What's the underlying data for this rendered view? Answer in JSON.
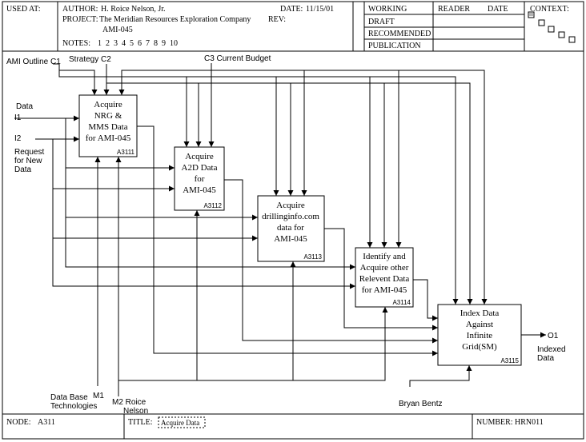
{
  "header": {
    "used_at_label": "USED AT:",
    "author_label": "AUTHOR:",
    "author": "H. Roice Nelson, Jr.",
    "date_label": "DATE:",
    "date": "11/15/01",
    "project_label": "PROJECT:",
    "project": "The Meridian Resources Exploration Company",
    "rev_label": "REV:",
    "project_line2": "AMI-045",
    "notes_label": "NOTES:",
    "notes_numbers": "1  2  3  4  5  6  7  8  9  10",
    "status": [
      "WORKING",
      "DRAFT",
      "RECOMMENDED",
      "PUBLICATION"
    ],
    "reader_label": "READER",
    "reader_date_label": "DATE",
    "context_label": "CONTEXT:"
  },
  "footer": {
    "node_label": "NODE:",
    "node": "A311",
    "title_label": "TITLE:",
    "title": "Acquire Data",
    "number_label": "NUMBER:",
    "number": "HRN011"
  },
  "boxes": [
    {
      "id": "A3111",
      "lines": [
        "Acquire",
        "NRG &",
        "MMS Data",
        "for AMI-045"
      ]
    },
    {
      "id": "A3112",
      "lines": [
        "Acquire",
        "A2D Data",
        "for",
        "AMI-045"
      ]
    },
    {
      "id": "A3113",
      "lines": [
        "Acquire",
        "drillinginfo.com",
        "data for",
        "AMI-045"
      ]
    },
    {
      "id": "A3114",
      "lines": [
        "Identify and",
        "Acquire other",
        "Relevent Data",
        "for AMI-045"
      ]
    },
    {
      "id": "A3115",
      "lines": [
        "Index Data",
        "Against",
        "Infinite",
        "Grid(SM)"
      ]
    }
  ],
  "labels": {
    "c1": "AMI Outline  C1",
    "c2": "Strategy  C2",
    "c3": "C3  Current Budget",
    "i1_a": "Data",
    "i1_b": "I1",
    "i2": "I2",
    "i2_desc": [
      "Request",
      "for New",
      "Data"
    ],
    "m1_code": "M1",
    "m1_desc": [
      "Data Base",
      "Technologies"
    ],
    "m2": [
      "M2 Roice",
      "Nelson"
    ],
    "bryan": "Bryan Bentz",
    "o1": "O1",
    "o1_desc": [
      "Indexed",
      "Data"
    ]
  }
}
